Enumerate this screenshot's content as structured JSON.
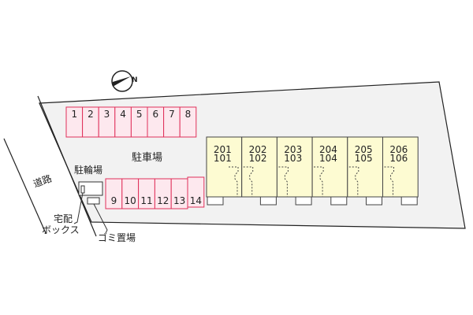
{
  "labels": {
    "parking": "駐車場",
    "bicycle": "駐輪場",
    "road": "道路",
    "delivery_line1": "宅配",
    "delivery_line2": "ボックス",
    "garbage": "ゴミ置場",
    "north": "N"
  },
  "parking_top": [
    "1",
    "2",
    "3",
    "4",
    "5",
    "6",
    "7",
    "8"
  ],
  "parking_bottom": [
    "9",
    "10",
    "11",
    "12",
    "13",
    "14"
  ],
  "units": [
    {
      "upper": "201",
      "lower": "101"
    },
    {
      "upper": "202",
      "lower": "102"
    },
    {
      "upper": "203",
      "lower": "103"
    },
    {
      "upper": "204",
      "lower": "104"
    },
    {
      "upper": "205",
      "lower": "105"
    },
    {
      "upper": "206",
      "lower": "106"
    }
  ],
  "colors": {
    "lot": "#f2f2f2",
    "parking_fill": "#fde8ee",
    "parking_stroke": "#e0305a",
    "building": "#fdfbd2",
    "line": "#333333"
  }
}
